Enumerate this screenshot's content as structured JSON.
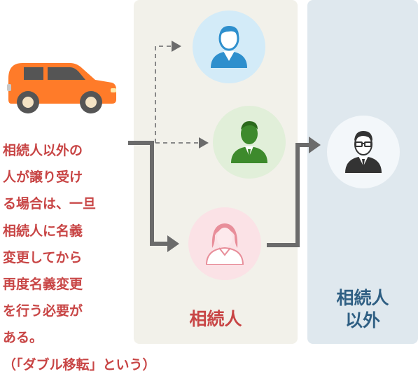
{
  "explanation_text": "相続人以外の\n人が譲り受け\nる場合は、一旦\n相続人に名義\n変更してから\n再度名義変更\nを行う必要が\nある。\n（「ダブル移転」という）",
  "heirs_panel": {
    "label": "相続人"
  },
  "others_panel": {
    "label": "相続人\n以外"
  },
  "colors": {
    "text_red": "#c84545",
    "text_blue": "#2f5f83",
    "heirs_bg": "#f2f1ea",
    "others_bg": "#dfe8ee",
    "car": "#ff7b29",
    "arrow": "#6b6b6b"
  }
}
